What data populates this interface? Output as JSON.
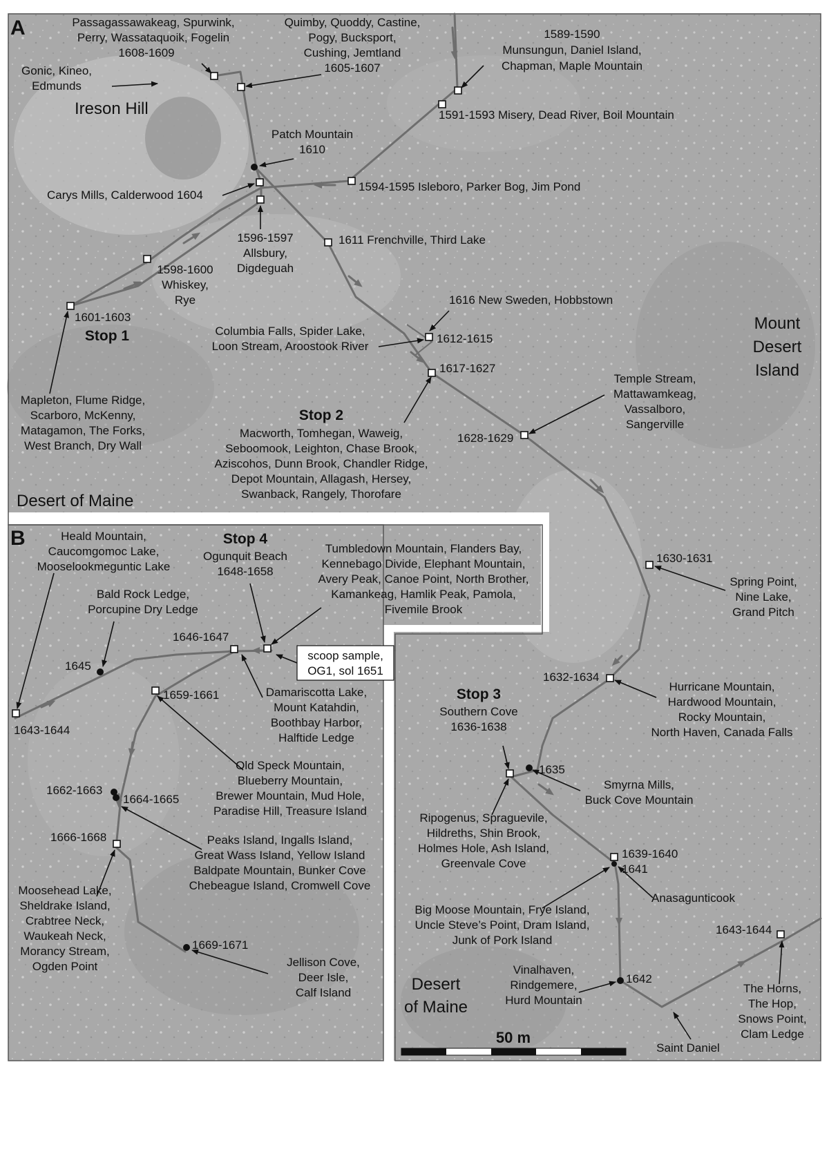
{
  "colors": {
    "terrain": "#a7a7a7",
    "terrain_light": "#c4c4c4",
    "track": "#6e6e6e",
    "border": "#555555",
    "label_box": "#ffffff"
  },
  "panel_a": {
    "letter": "A",
    "place_ireson": "Ireson Hill",
    "place_mdi": [
      "Mount",
      "Desert",
      "Island"
    ],
    "place_dom": "Desert of Maine",
    "stop1": "Stop 1",
    "stop2": "Stop 2",
    "labels": {
      "pass": [
        "Passagassawakeag, Spurwink,",
        "Perry, Wassataquoik, Fogelin",
        "1608-1609"
      ],
      "quimby": [
        "Quimby, Quoddy, Castine,",
        "Pogy, Bucksport,",
        "Cushing, Jemtland",
        "1605-1607"
      ],
      "gonic": [
        "Gonic, Kineo,",
        "Edmunds"
      ],
      "munsun": [
        "1589-1590",
        "Munsungun, Daniel Island,",
        "Chapman, Maple Mountain"
      ],
      "misery": "1591-1593  Misery, Dead River, Boil Mountain",
      "patch": [
        "Patch Mountain",
        "1610"
      ],
      "carys": "Carys Mills, Calderwood  1604",
      "isle": "1594-1595  Isleboro, Parker Bog, Jim Pond",
      "allsbury": [
        "1596-1597",
        "Allsbury,",
        "Digdeguah"
      ],
      "french": "1611  Frenchville, Third Lake",
      "whiskey": [
        "1598-1600",
        "Whiskey,",
        "Rye"
      ],
      "s1601": "1601-1603",
      "newsweden": "1616  New Sweden, Hobbstown",
      "columbia": [
        "Columbia Falls, Spider Lake,",
        "Loon Stream, Aroostook River"
      ],
      "s1612": "1612-1615",
      "s1617": "1617-1627",
      "mapleton": [
        "Mapleton, Flume Ridge,",
        "Scarboro, McKenny,",
        "Matagamon, The Forks,",
        "West Branch, Dry Wall"
      ],
      "macworth": [
        "Macworth, Tomhegan, Waweig,",
        "Seboomook, Leighton, Chase Brook,",
        "Aziscohos, Dunn Brook, Chandler Ridge,",
        "Depot Mountain, Allagash, Hersey,",
        "Swanback, Rangely, Thorofare"
      ],
      "temple": [
        "Temple Stream,",
        "Mattawamkeag,",
        "Vassalboro,",
        "Sangerville"
      ],
      "s1628": "1628-1629",
      "s1630": "1630-1631",
      "spring": [
        "Spring Point,",
        "Nine Lake,",
        "Grand Pitch"
      ],
      "s1632": "1632-1634",
      "hurricane": [
        "Hurricane Mountain,",
        "Hardwood Mountain,",
        "Rocky Mountain,",
        "North Haven, Canada Falls"
      ],
      "stop3": [
        "Stop 3",
        "Southern Cove",
        "1636-1638"
      ],
      "s1635": "1635",
      "smyrna": [
        "Smyrna Mills,",
        "Buck Cove Mountain"
      ],
      "ripog": [
        "Ripogenus, Spraguevile,",
        "Hildreths, Shin Brook,",
        "Holmes Hole, Ash Island,",
        "Greenvale Cove"
      ],
      "s1639": [
        "1639-1640",
        "1641"
      ],
      "anasag": "Anasagunticook",
      "bigmoose": [
        "Big Moose Mountain, Frye Island,",
        "Uncle Steve’s Point, Dram Island,",
        "Junk of Pork Island"
      ],
      "s1643": "1643-1644",
      "horns": [
        "The Horns,",
        "The Hop,",
        "Snows Point,",
        "Clam Ledge"
      ],
      "vinal": [
        "Vinalhaven,",
        "Rindgemere,",
        "Hurd Mountain"
      ],
      "s1642": "1642",
      "saint": "Saint Daniel",
      "dom2": [
        "Desert",
        "of Maine"
      ]
    },
    "scale_label": "50 m"
  },
  "panel_b": {
    "letter": "B",
    "labels": {
      "heald": [
        "Heald Mountain,",
        "Caucomgomoc Lake,",
        "Mooselookmeguntic Lake"
      ],
      "stop4": [
        "Stop 4",
        "Ogunquit Beach",
        "1648-1658"
      ],
      "tumble": [
        "Tumbledown Mountain, Flanders Bay,",
        "Kennebago Divide, Elephant Mountain,",
        "Avery Peak, Canoe Point, North Brother,",
        "Kamankeag, Hamlik Peak, Pamola,",
        "Fivemile Brook"
      ],
      "bald": [
        "Bald Rock Ledge,",
        "Porcupine Dry Ledge"
      ],
      "s1646": "1646-1647",
      "s1645": "1645",
      "scoop": [
        "scoop sample,",
        "OG1, sol 1651"
      ],
      "damar": [
        "Damariscotta Lake,",
        "Mount Katahdin,",
        "Boothbay Harbor,",
        "Halftide Ledge"
      ],
      "s1643b": "1643-1644",
      "s1659": "1659-1661",
      "oldspeck": [
        "Old Speck Mountain,",
        "Blueberry Mountain,",
        "Brewer Mountain, Mud Hole,",
        "Paradise Hill, Treasure Island"
      ],
      "s1662": "1662-1663",
      "s1664": "1664-1665",
      "s1666": "1666-1668",
      "peaks": [
        "Peaks Island, Ingalls Island,",
        "Great Wass Island, Yellow Island",
        "Baldpate Mountain, Bunker Cove",
        "Chebeague Island, Cromwell Cove"
      ],
      "moosehead": [
        "Moosehead Lake,",
        "Sheldrake Island,",
        "Crabtree Neck,",
        "Waukeah Neck,",
        "Morancy Stream,",
        "Ogden Point"
      ],
      "s1669": "1669-1671",
      "jellison": [
        "Jellison Cove,",
        "Deer Isle,",
        "Calf Island"
      ]
    }
  }
}
